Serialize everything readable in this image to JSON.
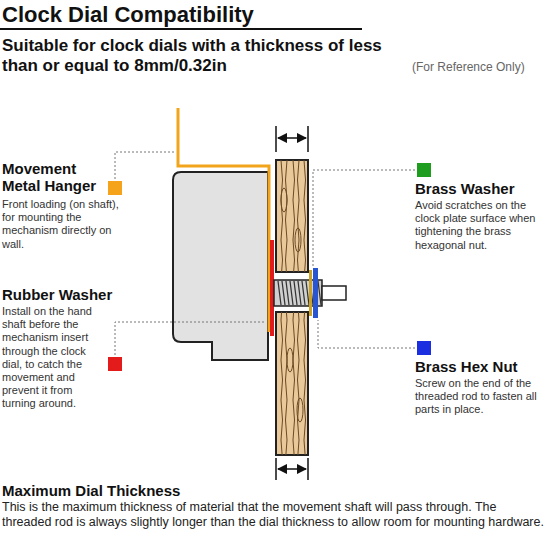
{
  "diagram": {
    "title": "Clock Dial Compatibility",
    "labels": [
      "Suitable for clock dials with a thickness of less than or equal to 8mm/0.32in",
      "(For Reference Only)",
      "Movement Metal Hanger",
      "Front loading (on shaft), for mounting the mechanism directly on wall.",
      "Rubber Washer",
      "Install on the hand shaft before the mechanism insert through the clock dial, to catch the movement and prevent it from turning around.",
      "Brass Washer",
      "Avoid scratches on the clock plate surface when tightening the brass hexagonal nut.",
      "Brass Hex Nut",
      "Screw on the end of the threaded rod to fasten all parts in place.",
      "Maximum Dial Thickness",
      "This is the maximum thickness of material that the movement shaft will pass through. The threaded rod is always slightly longer than the dial thickness to allow room for mounting hardware."
    ]
  }
}
